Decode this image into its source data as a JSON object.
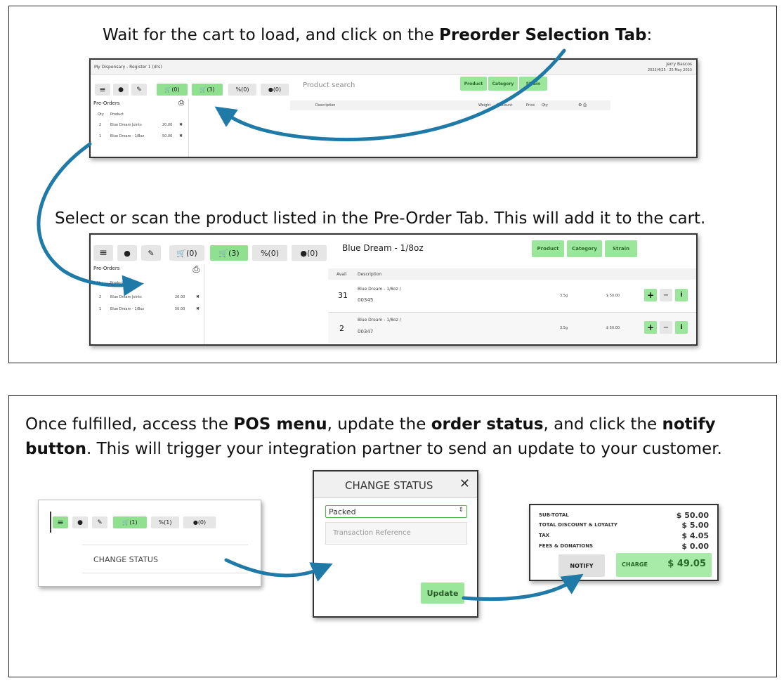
{
  "step1": {
    "caption_pre": "Wait for the cart to load, and click on the ",
    "caption_bold": "Preorder Selection Tab",
    "caption_post": ":",
    "app_title": "My Dispensary - Register 1 (drs)",
    "user_name": "Jerry Bascos",
    "user_date": "2023/4/25 · 25 May 2023",
    "tabs": [
      "(0)",
      "(3)",
      "(0)",
      "(0)"
    ],
    "panel_title": "Pre-Orders",
    "col_qty": "Qty",
    "col_product": "Product",
    "rows": [
      {
        "qty": "2",
        "name": "Blue Dream Joints",
        "price": "20.00"
      },
      {
        "qty": "1",
        "name": "Blue Dream - 1/8oz",
        "price": "50.00"
      }
    ],
    "search_placeholder": "Product search",
    "filters": [
      "Product",
      "Category",
      "Strain"
    ],
    "columns": [
      "Description",
      "Weight",
      "Discount",
      "Price",
      "Qty"
    ]
  },
  "step2": {
    "caption": "Select or scan the product listed in the Pre-Order Tab. This will add it to the cart.",
    "tabs": [
      "(0)",
      "(3)",
      "(0)",
      "(0)"
    ],
    "panel_title": "Pre-Orders",
    "col_qty": "Qty",
    "col_product": "Product",
    "rows": [
      {
        "qty": "2",
        "name": "Blue Dream Joints",
        "price": "20.00"
      },
      {
        "qty": "1",
        "name": "Blue Dream - 1/8oz",
        "price": "50.00"
      }
    ],
    "search_value": "Blue Dream - 1/8oz",
    "filters": [
      "Product",
      "Category",
      "Strain"
    ],
    "col_avail": "Avail",
    "col_description": "Description",
    "results": [
      {
        "avail": "31",
        "desc1": "Blue Dream - 1/8oz /",
        "desc2": "00345",
        "weight": "3.5g",
        "price": "$ 50.00"
      },
      {
        "avail": "2",
        "desc1": "Blue Dream - 1/8oz /",
        "desc2": "00347",
        "weight": "3.5g",
        "price": "$ 50.00"
      }
    ],
    "plus": "+",
    "minus": "−",
    "info": "i"
  },
  "step3": {
    "caption_line1": [
      {
        "t": "Once fulfilled, access the ",
        "b": false
      },
      {
        "t": "POS menu",
        "b": true
      },
      {
        "t": ", update the ",
        "b": false
      },
      {
        "t": "order status",
        "b": true
      },
      {
        "t": ", and click the ",
        "b": false
      },
      {
        "t": "notify",
        "b": true
      }
    ],
    "caption_line2": [
      {
        "t": "button",
        "b": true
      },
      {
        "t": ". This will trigger your integration partner to send an update to your customer.",
        "b": false
      }
    ],
    "menu_tabs": [
      "(1)",
      "(1)",
      "(0)"
    ],
    "menu_item": "CHANGE STATUS",
    "dialog_title": "CHANGE STATUS",
    "status_value": "Packed",
    "reference_placeholder": "Transaction Reference",
    "update_label": "Update",
    "totals": [
      {
        "label": "SUB-TOTAL",
        "value": "$ 50.00"
      },
      {
        "label": "TOTAL DISCOUNT & LOYALTY",
        "value": "$ 5.00"
      },
      {
        "label": "TAX",
        "value": "$ 4.05"
      },
      {
        "label": "FEES & DONATIONS",
        "value": "$ 0.00"
      }
    ],
    "notify_label": "NOTIFY",
    "charge_label": "CHARGE",
    "charge_value": "$ 49.05"
  },
  "colors": {
    "accent_green": "#8fe08f",
    "arrow_blue": "#1f7aa8"
  }
}
